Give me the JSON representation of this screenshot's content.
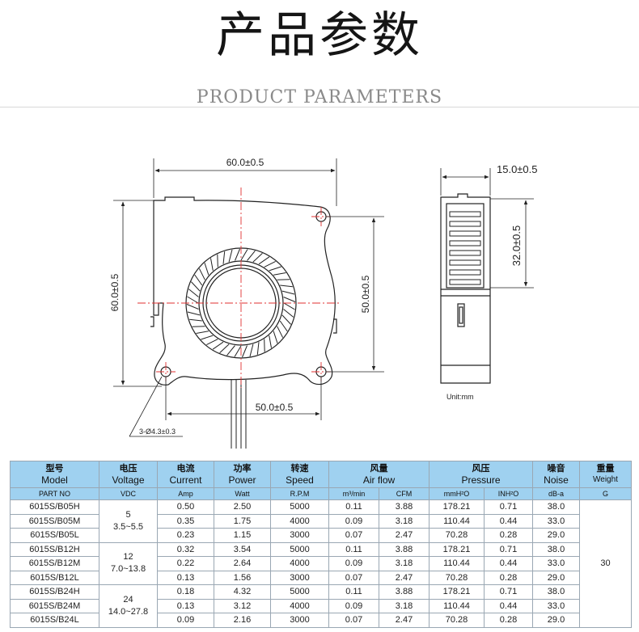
{
  "header": {
    "title_cn": "产品参数",
    "title_en": "PRODUCT PARAMETERS"
  },
  "drawing": {
    "width_dim": "60.0±0.5",
    "height_dim": "60.0±0.5",
    "hole_vertical_dim": "50.0±0.5",
    "hole_horizontal_dim": "50.0±0.5",
    "hole_note": "3-Ø4.3±0.3",
    "side_width_dim": "15.0±0.5",
    "side_height_dim": "32.0±0.5",
    "unit": "Unit:mm"
  },
  "table": {
    "headers": [
      {
        "cn": "型号",
        "en": "Model"
      },
      {
        "cn": "电压",
        "en": "Voltage"
      },
      {
        "cn": "电流",
        "en": "Current"
      },
      {
        "cn": "功率",
        "en": "Power"
      },
      {
        "cn": "转速",
        "en": "Speed"
      },
      {
        "cn": "风量",
        "en": "Air flow"
      },
      {
        "cn": "风压",
        "en": "Pressure"
      },
      {
        "cn": "噪音",
        "en": "Noise"
      },
      {
        "cn": "重量",
        "en": "Weight"
      }
    ],
    "subheaders": [
      "PART NO",
      "VDC",
      "Amp",
      "Watt",
      "R.P.M",
      "m³/min",
      "CFM",
      "mmH²O",
      "INH²O",
      "dB-a",
      "G"
    ],
    "voltage_groups": [
      {
        "nominal": "5",
        "range": "3.5~5.5"
      },
      {
        "nominal": "12",
        "range": "7.0~13.8"
      },
      {
        "nominal": "24",
        "range": "14.0~27.8"
      }
    ],
    "weight": "30",
    "rows": [
      {
        "model": "6015S/B05H",
        "amp": "0.50",
        "watt": "2.50",
        "rpm": "5000",
        "m3": "0.11",
        "cfm": "3.88",
        "mmh2o": "178.21",
        "inh2o": "0.71",
        "db": "38.0"
      },
      {
        "model": "6015S/B05M",
        "amp": "0.35",
        "watt": "1.75",
        "rpm": "4000",
        "m3": "0.09",
        "cfm": "3.18",
        "mmh2o": "110.44",
        "inh2o": "0.44",
        "db": "33.0"
      },
      {
        "model": "6015S/B05L",
        "amp": "0.23",
        "watt": "1.15",
        "rpm": "3000",
        "m3": "0.07",
        "cfm": "2.47",
        "mmh2o": "70.28",
        "inh2o": "0.28",
        "db": "29.0"
      },
      {
        "model": "6015S/B12H",
        "amp": "0.32",
        "watt": "3.54",
        "rpm": "5000",
        "m3": "0.11",
        "cfm": "3.88",
        "mmh2o": "178.21",
        "inh2o": "0.71",
        "db": "38.0"
      },
      {
        "model": "6015S/B12M",
        "amp": "0.22",
        "watt": "2.64",
        "rpm": "4000",
        "m3": "0.09",
        "cfm": "3.18",
        "mmh2o": "110.44",
        "inh2o": "0.44",
        "db": "33.0"
      },
      {
        "model": "6015S/B12L",
        "amp": "0.13",
        "watt": "1.56",
        "rpm": "3000",
        "m3": "0.07",
        "cfm": "2.47",
        "mmh2o": "70.28",
        "inh2o": "0.28",
        "db": "29.0"
      },
      {
        "model": "6015S/B24H",
        "amp": "0.18",
        "watt": "4.32",
        "rpm": "5000",
        "m3": "0.11",
        "cfm": "3.88",
        "mmh2o": "178.21",
        "inh2o": "0.71",
        "db": "38.0"
      },
      {
        "model": "6015S/B24M",
        "amp": "0.13",
        "watt": "3.12",
        "rpm": "4000",
        "m3": "0.09",
        "cfm": "3.18",
        "mmh2o": "110.44",
        "inh2o": "0.44",
        "db": "33.0"
      },
      {
        "model": "6015S/B24L",
        "amp": "0.09",
        "watt": "2.16",
        "rpm": "3000",
        "m3": "0.07",
        "cfm": "2.47",
        "mmh2o": "70.28",
        "inh2o": "0.28",
        "db": "29.0"
      }
    ],
    "header_color": "#9fd1f0"
  }
}
